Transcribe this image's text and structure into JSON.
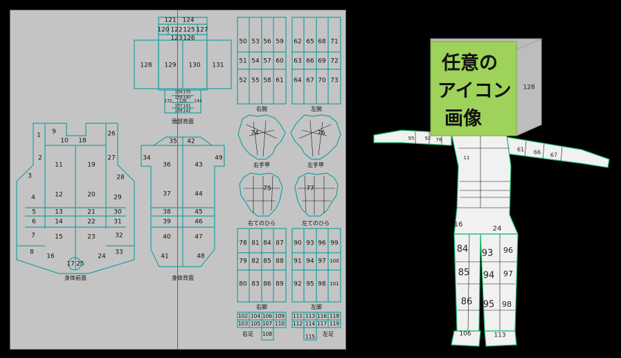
{
  "uv_map": {
    "groups": {
      "head_back": {
        "label": "頭部背面",
        "cells": [
          "121",
          "124",
          "120",
          "122",
          "125",
          "127",
          "123",
          "126",
          "128",
          "129",
          "130",
          "131",
          "134",
          "135",
          "139",
          "140",
          "132",
          "136",
          "144",
          "137",
          "141",
          "138",
          "142"
        ]
      },
      "body_front": {
        "label": "身体前面",
        "cells": [
          "1",
          "9",
          "10",
          "18",
          "26",
          "2",
          "11",
          "19",
          "27",
          "3",
          "28",
          "4",
          "12",
          "20",
          "29",
          "5",
          "13",
          "21",
          "30",
          "6",
          "14",
          "22",
          "31",
          "7",
          "15",
          "23",
          "32",
          "8",
          "16",
          "24",
          "33",
          "17",
          "25"
        ]
      },
      "body_back": {
        "label": "身体背面",
        "cells": [
          "35",
          "42",
          "34",
          "36",
          "43",
          "49",
          "37",
          "44",
          "38",
          "45",
          "39",
          "46",
          "40",
          "47",
          "41",
          "48"
        ]
      },
      "right_arm": {
        "label": "右腕",
        "cells": [
          "50",
          "53",
          "56",
          "59",
          "51",
          "54",
          "57",
          "60",
          "52",
          "55",
          "58",
          "61"
        ]
      },
      "left_arm": {
        "label": "左腕",
        "cells": [
          "62",
          "65",
          "68",
          "71",
          "63",
          "66",
          "69",
          "72",
          "64",
          "67",
          "70",
          "73"
        ]
      },
      "right_hand_back": {
        "label": "右手甲",
        "cells": [
          "74"
        ]
      },
      "left_hand_back": {
        "label": "左手甲",
        "cells": [
          "76"
        ]
      },
      "right_palm": {
        "label": "右てのひら",
        "cells": [
          "75"
        ]
      },
      "left_palm": {
        "label": "左てのひら",
        "cells": [
          "77"
        ]
      },
      "right_leg": {
        "label": "右脚",
        "cells": [
          "78",
          "81",
          "84",
          "87",
          "79",
          "82",
          "85",
          "88",
          "80",
          "83",
          "86",
          "89"
        ]
      },
      "left_leg": {
        "label": "左脚",
        "cells": [
          "90",
          "93",
          "96",
          "99",
          "91",
          "94",
          "97",
          "100",
          "92",
          "95",
          "98",
          "101"
        ]
      },
      "right_foot": {
        "label": "右足",
        "cells": [
          "102",
          "104",
          "106",
          "109",
          "103",
          "105",
          "107",
          "110",
          "108"
        ]
      },
      "left_foot": {
        "label": "左足",
        "cells": [
          "111",
          "113",
          "116",
          "118",
          "112",
          "114",
          "117",
          "119",
          "115"
        ]
      }
    }
  },
  "model": {
    "icon_label": [
      "任意の",
      "アイコン",
      "画像"
    ],
    "icon_side_number": "128",
    "icon_color": "#9ed25a",
    "body_numbers": [
      "95",
      "92",
      "76",
      "11",
      "61",
      "66",
      "67",
      "16",
      "24",
      "84",
      "93",
      "96",
      "85",
      "94",
      "97",
      "86",
      "95",
      "98",
      "106",
      "113"
    ]
  }
}
